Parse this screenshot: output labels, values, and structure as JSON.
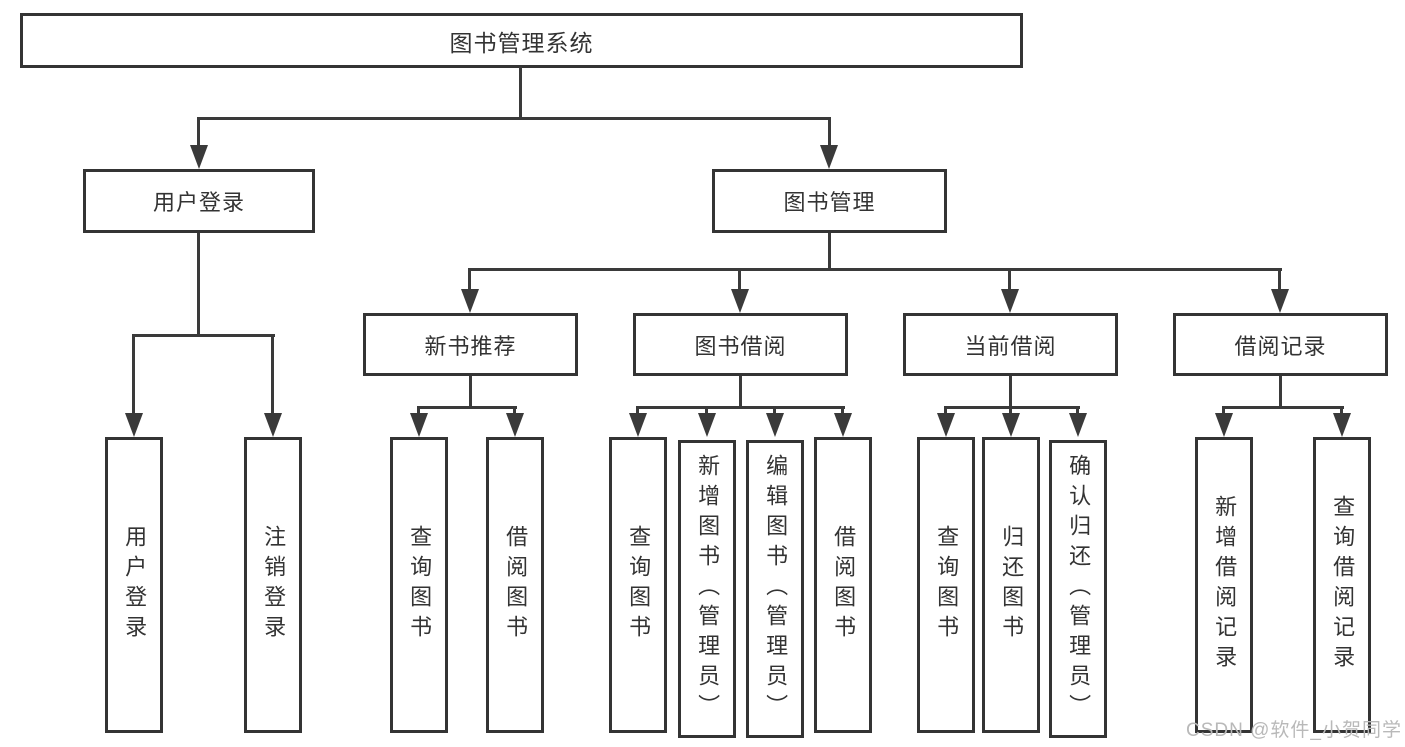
{
  "tree": {
    "label": "图书管理系统",
    "children": [
      {
        "label": "用户登录",
        "children": [
          {
            "label": "用户登录"
          },
          {
            "label": "注销登录"
          }
        ]
      },
      {
        "label": "图书管理",
        "children": [
          {
            "label": "新书推荐",
            "children": [
              {
                "label": "查询图书"
              },
              {
                "label": "借阅图书"
              }
            ]
          },
          {
            "label": "图书借阅",
            "children": [
              {
                "label": "查询图书"
              },
              {
                "label": "新增图书（管理员）"
              },
              {
                "label": "编辑图书（管理员）"
              },
              {
                "label": "借阅图书"
              }
            ]
          },
          {
            "label": "当前借阅",
            "children": [
              {
                "label": "查询图书"
              },
              {
                "label": "归还图书"
              },
              {
                "label": "确认归还（管理员）"
              }
            ]
          },
          {
            "label": "借阅记录",
            "children": [
              {
                "label": "新增借阅记录"
              },
              {
                "label": "查询借阅记录"
              }
            ]
          }
        ]
      }
    ]
  },
  "watermark": "CSDN @软件_小贺同学",
  "colors": {
    "line": "#3a3a3a",
    "border": "#343434",
    "text": "#333333",
    "watermark": "#b9b9b9",
    "background": "#ffffff"
  }
}
